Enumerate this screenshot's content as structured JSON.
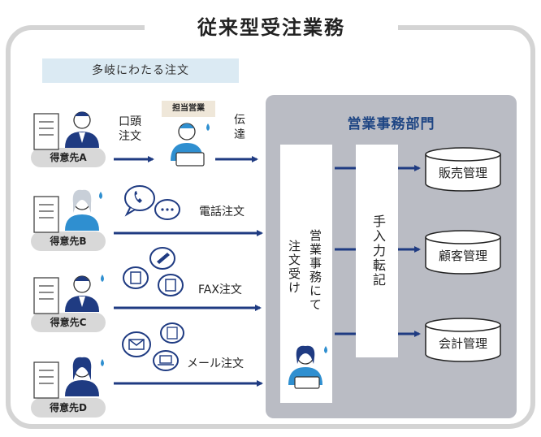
{
  "title": "従来型受注業務",
  "tag": "多岐にわたる注文",
  "customers": [
    {
      "label": "得意先A"
    },
    {
      "label": "得意先B"
    },
    {
      "label": "得意先C"
    },
    {
      "label": "得意先D"
    }
  ],
  "flow": {
    "a_left_label": "口頭\n注文",
    "sales_staff": "担当営業",
    "a_right_label": "伝\n達",
    "phone": "電話注文",
    "fax": "FAX注文",
    "mail": "メール注文"
  },
  "office": {
    "title": "営業事務部門",
    "receive_col1": "注文受け",
    "receive_col2": "営業事務にて",
    "manual": "手入力転記",
    "systems": [
      "販売管理",
      "顧客管理",
      "会計管理"
    ]
  },
  "colors": {
    "navy": "#1f3b82",
    "blue": "#2f8fd0",
    "panel": "#babcc4"
  }
}
